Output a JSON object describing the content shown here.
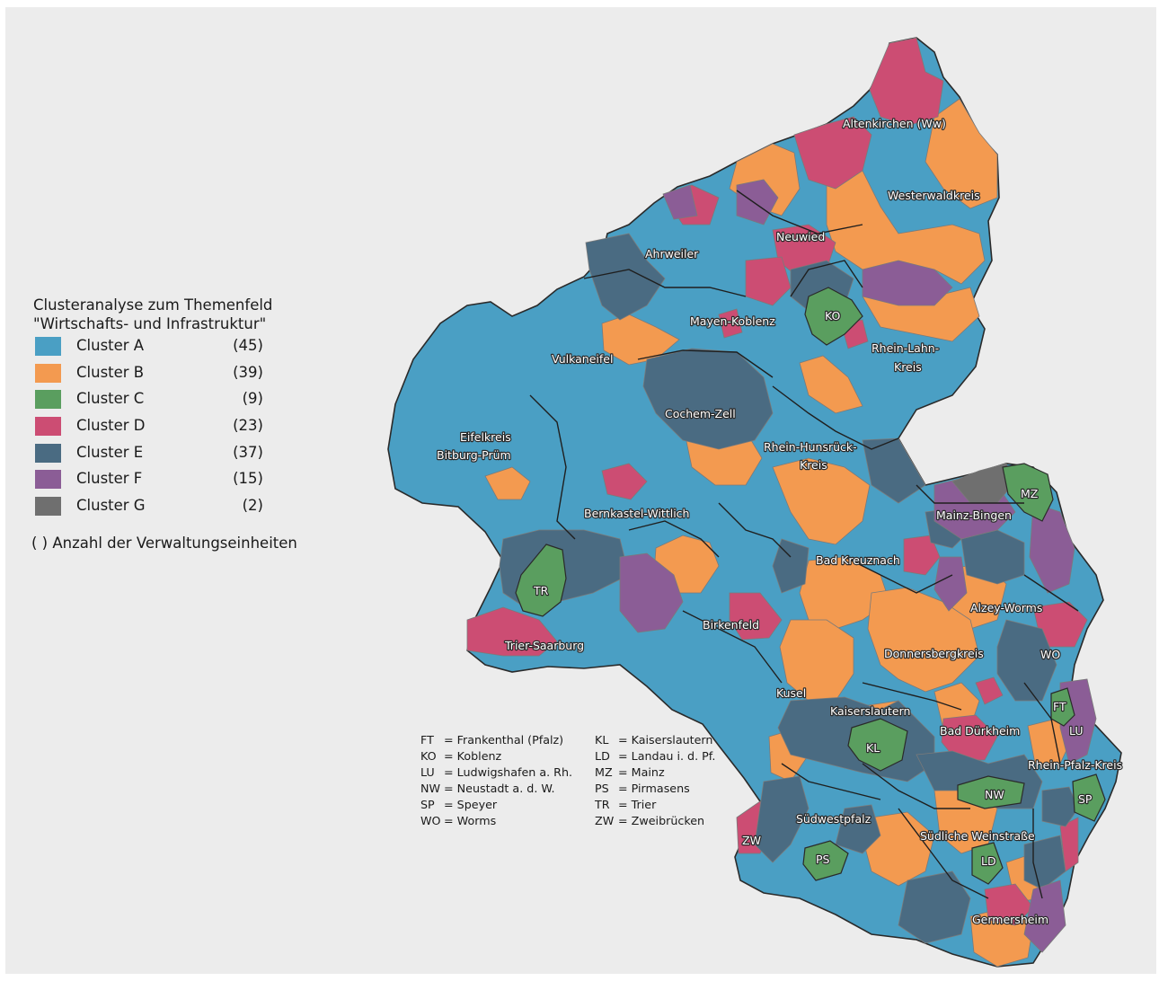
{
  "legend": {
    "title_line1": "Clusteranalyse zum Themenfeld",
    "title_line2": "\"Wirtschafts- und Infrastruktur\"",
    "items": [
      {
        "label": "Cluster A",
        "count": "(45)",
        "color": "#4a9fc4"
      },
      {
        "label": "Cluster B",
        "count": "(39)",
        "color": "#f39a50"
      },
      {
        "label": "Cluster C",
        "count": "(9)",
        "color": "#5a9e5f"
      },
      {
        "label": "Cluster D",
        "count": "(23)",
        "color": "#cc4d73"
      },
      {
        "label": "Cluster E",
        "count": "(37)",
        "color": "#4a6b82"
      },
      {
        "label": "Cluster F",
        "count": "(15)",
        "color": "#8b5d96"
      },
      {
        "label": "Cluster G",
        "count": "(2)",
        "color": "#6f6f6f"
      }
    ],
    "note": "( ) Anzahl der Verwaltungseinheiten"
  },
  "abbreviations": {
    "left": [
      {
        "code": "FT",
        "text": "= Frankenthal (Pfalz)"
      },
      {
        "code": "KO",
        "text": "= Koblenz"
      },
      {
        "code": "LU",
        "text": "= Ludwigshafen a. Rh."
      },
      {
        "code": "NW",
        "text": "= Neustadt a. d. W."
      },
      {
        "code": "SP",
        "text": "= Speyer"
      },
      {
        "code": "WO",
        "text": "= Worms"
      }
    ],
    "right": [
      {
        "code": "KL",
        "text": "= Kaiserslautern"
      },
      {
        "code": "LD",
        "text": "= Landau i. d. Pf."
      },
      {
        "code": "MZ",
        "text": "= Mainz"
      },
      {
        "code": "PS",
        "text": "= Pirmasens"
      },
      {
        "code": "TR",
        "text": "= Trier"
      },
      {
        "code": "ZW",
        "text": "= Zweibrücken"
      }
    ]
  },
  "map_labels": {
    "altenkirchen": "Altenkirchen (Ww)",
    "westerwaldkreis": "Westerwaldkreis",
    "neuwied": "Neuwied",
    "ahrweiler": "Ahrweiler",
    "mayen_koblenz": "Mayen-Koblenz",
    "ko": "KO",
    "rhein_lahn_1": "Rhein-Lahn-",
    "rhein_lahn_2": "Kreis",
    "vulkaneifel": "Vulkaneifel",
    "cochem_zell": "Cochem-Zell",
    "eifelkreis_1": "Eifelkreis",
    "eifelkreis_2": "Bitburg-Prüm",
    "rhein_hunsrueck_1": "Rhein-Hunsrück-",
    "rhein_hunsrueck_2": "Kreis",
    "mz": "MZ",
    "mainz_bingen": "Mainz-Bingen",
    "bernkastel": "Bernkastel-Wittlich",
    "bad_kreuznach": "Bad Kreuznach",
    "tr": "TR",
    "alzey_worms": "Alzey-Worms",
    "birkenfeld": "Birkenfeld",
    "trier_saarburg": "Trier-Saarburg",
    "wo": "WO",
    "donnersbergkreis": "Donnersbergkreis",
    "kusel": "Kusel",
    "ft": "FT",
    "kaiserslautern": "Kaiserslautern",
    "lu": "LU",
    "bad_duerkheim": "Bad Dürkheim",
    "kl": "KL",
    "rhein_pfalz": "Rhein-Pfalz-Kreis",
    "nw": "NW",
    "sp": "SP",
    "suedwestpfalz": "Südwestpfalz",
    "zw": "ZW",
    "suedliche_weinstrasse": "Südliche Weinstraße",
    "ps": "PS",
    "ld": "LD",
    "germersheim": "Germersheim"
  }
}
